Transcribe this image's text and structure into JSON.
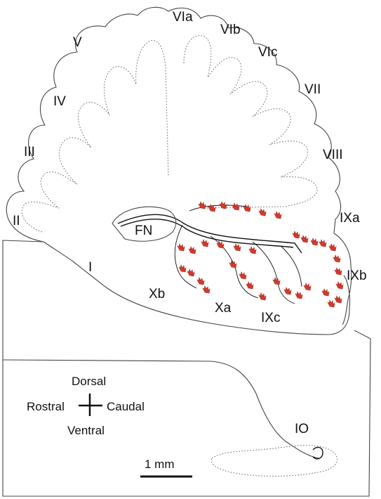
{
  "lobule_labels": {
    "V": "V",
    "VIa": "VIa",
    "VIb": "VIb",
    "VIc": "VIc",
    "VII": "VII",
    "IV": "IV",
    "III": "III",
    "VIII": "VIII",
    "II": "II",
    "IXa": "IXa",
    "FN": "FN",
    "I": "I",
    "IXb": "IXb",
    "Xb": "Xb",
    "Xa": "Xa",
    "IXc": "IXc",
    "IO": "IO"
  },
  "orientation": {
    "dorsal": "Dorsal",
    "ventral": "Ventral",
    "rostral": "Rostral",
    "caudal": "Caudal"
  },
  "scale_bar": {
    "label": "1 mm"
  },
  "colors": {
    "terminals": "#d23a2c",
    "outline": "#444444",
    "tract": "#111111"
  }
}
